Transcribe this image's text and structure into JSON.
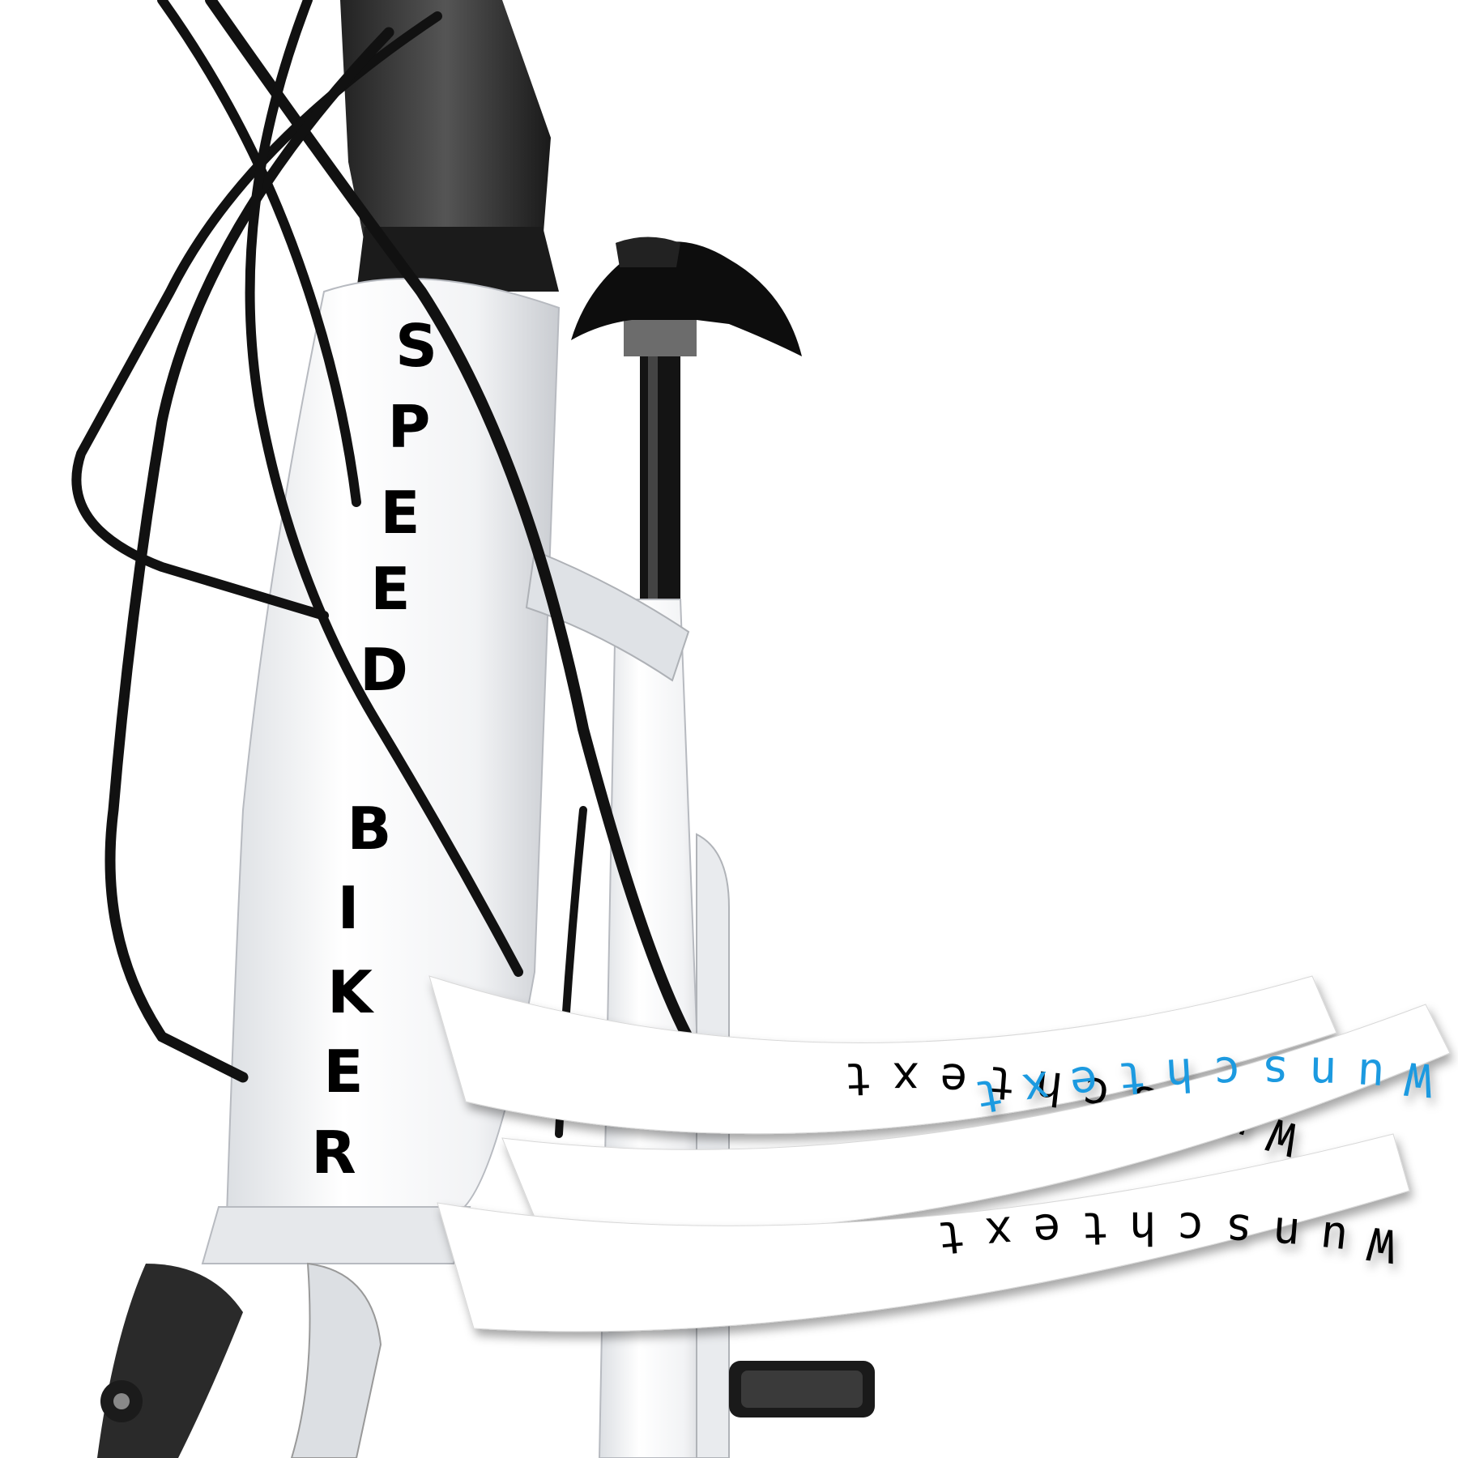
{
  "colors": {
    "frame_white": "#f4f5f7",
    "cable": "#111111",
    "accent_blue": "#1a9ae0",
    "decal_black": "#000000",
    "sticker_bg": "#ffffff"
  },
  "decal": {
    "word1": [
      "S",
      "P",
      "E",
      "E",
      "D"
    ],
    "word2": [
      "B",
      "I",
      "K",
      "E",
      "R"
    ]
  },
  "stickers": [
    {
      "text": "Wunschtext",
      "color": "#000000"
    },
    {
      "text": "Wunschtext",
      "color": "#1a9ae0"
    },
    {
      "text": "Wunschtext",
      "color": "#000000"
    }
  ]
}
